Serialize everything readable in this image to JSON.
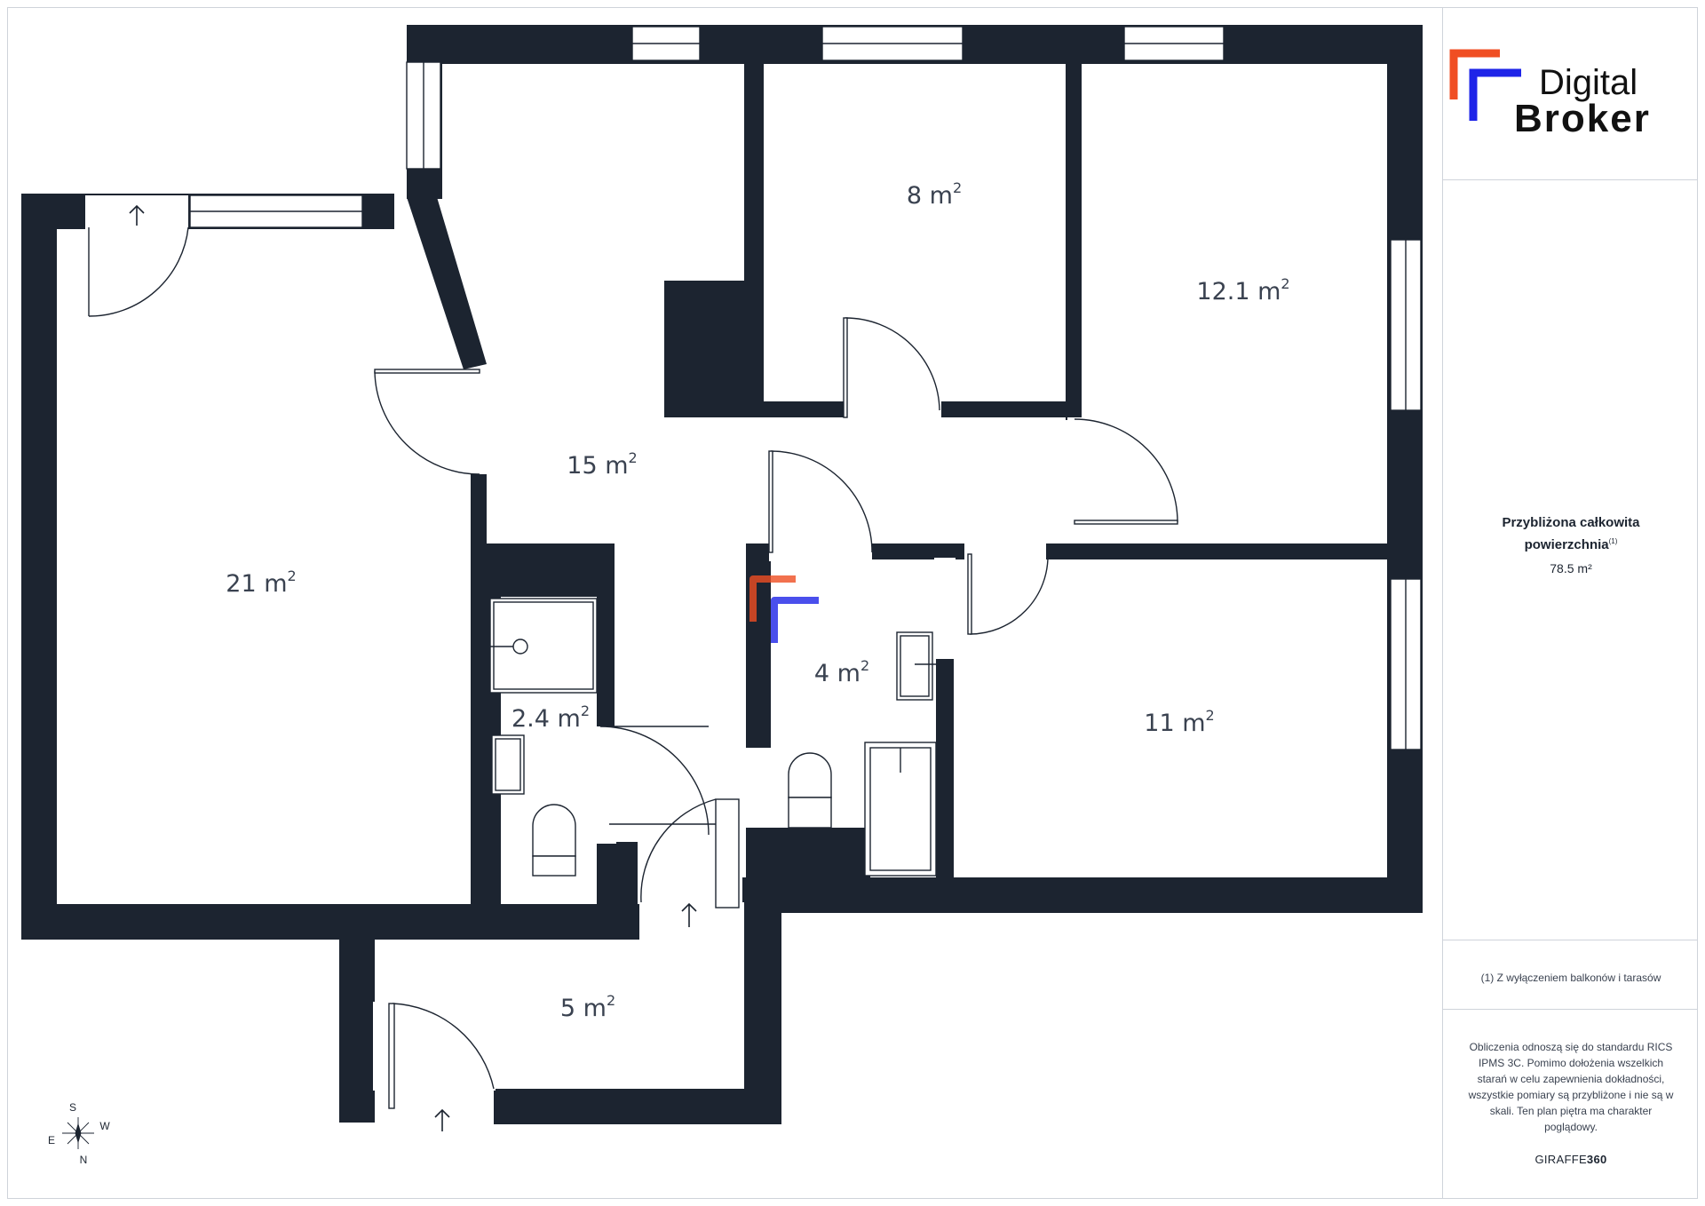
{
  "brand": {
    "logo_line1": "Digital",
    "logo_line2": "Broker",
    "accent_orange": "#f04e23",
    "accent_blue": "#1e24e8",
    "wall_color": "#1c2430"
  },
  "rooms": [
    {
      "id": "living",
      "area": "21 m",
      "sup": "2"
    },
    {
      "id": "hall",
      "area": "15 m",
      "sup": "2"
    },
    {
      "id": "room8",
      "area": "8 m",
      "sup": "2"
    },
    {
      "id": "room121",
      "area": "12.1 m",
      "sup": "2"
    },
    {
      "id": "room11",
      "area": "11 m",
      "sup": "2"
    },
    {
      "id": "bath4",
      "area": "4 m",
      "sup": "2"
    },
    {
      "id": "wc24",
      "area": "2.4 m",
      "sup": "2"
    },
    {
      "id": "entry5",
      "area": "5 m",
      "sup": "2"
    }
  ],
  "compass": {
    "north": "N",
    "south": "S",
    "east": "E",
    "west": "W"
  },
  "summary": {
    "label": "Przybliżona całkowita powierzchnia",
    "footnote_mark": "(1)",
    "value": "78.5 m²",
    "footnote": "(1) Z wyłączeniem balkonów i tarasów",
    "disclaimer": "Obliczenia odnoszą się do standardu RICS IPMS 3C. Pomimo dołożenia wszelkich starań w celu zapewnienia dokładności, wszystkie pomiary są przybliżone i nie są w skali. Ten plan piętra ma charakter poglądowy.",
    "provider_a": "GIRAFFE",
    "provider_b": "360"
  }
}
